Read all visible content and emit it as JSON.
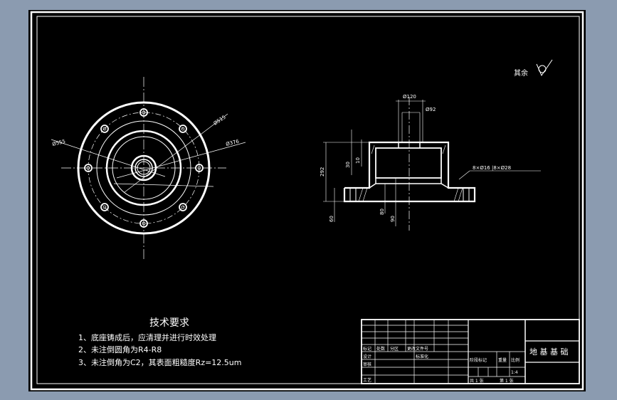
{
  "colors": {
    "background": "#8b9bb0",
    "sheet": "#000000",
    "line": "#ffffff",
    "center_line": "#ffffff"
  },
  "roughness_note": "其余",
  "left_view": {
    "dim_outer": "Ø555",
    "dim_bolt_circle": "Ø515",
    "dim_inner": "Ø376"
  },
  "section_view": {
    "dim_top_outer": "Ø120",
    "dim_top_inner": "Ø92",
    "dim_height": "292",
    "dim_30": "30",
    "dim_10": "10",
    "dim_60": "60",
    "dim_80": "80",
    "dim_90": "90",
    "hole_callout": "8×Ø16   |8×Ø28"
  },
  "tech_req": {
    "title": "技术要求",
    "items": [
      "1、底座铸成后，应清理并进行时效处理",
      "2、未注倒圆角为R4-R8",
      "3、未注倒角为C2，其表面粗糙度Rz=12.5um"
    ]
  },
  "title_block": {
    "part_name": "地 基 基 础",
    "labels": {
      "mark": "标记",
      "count": "处数",
      "zone": "分区",
      "change_doc": "更改文件号",
      "design": "设计",
      "standard": "标准化",
      "check": "审核",
      "process": "工艺",
      "stage_mark": "阶段标记",
      "weight": "重量",
      "scale": "比例",
      "scale_value": "1:4",
      "sheets_total": "共 1 张",
      "sheet_no": "第 1 张"
    }
  }
}
